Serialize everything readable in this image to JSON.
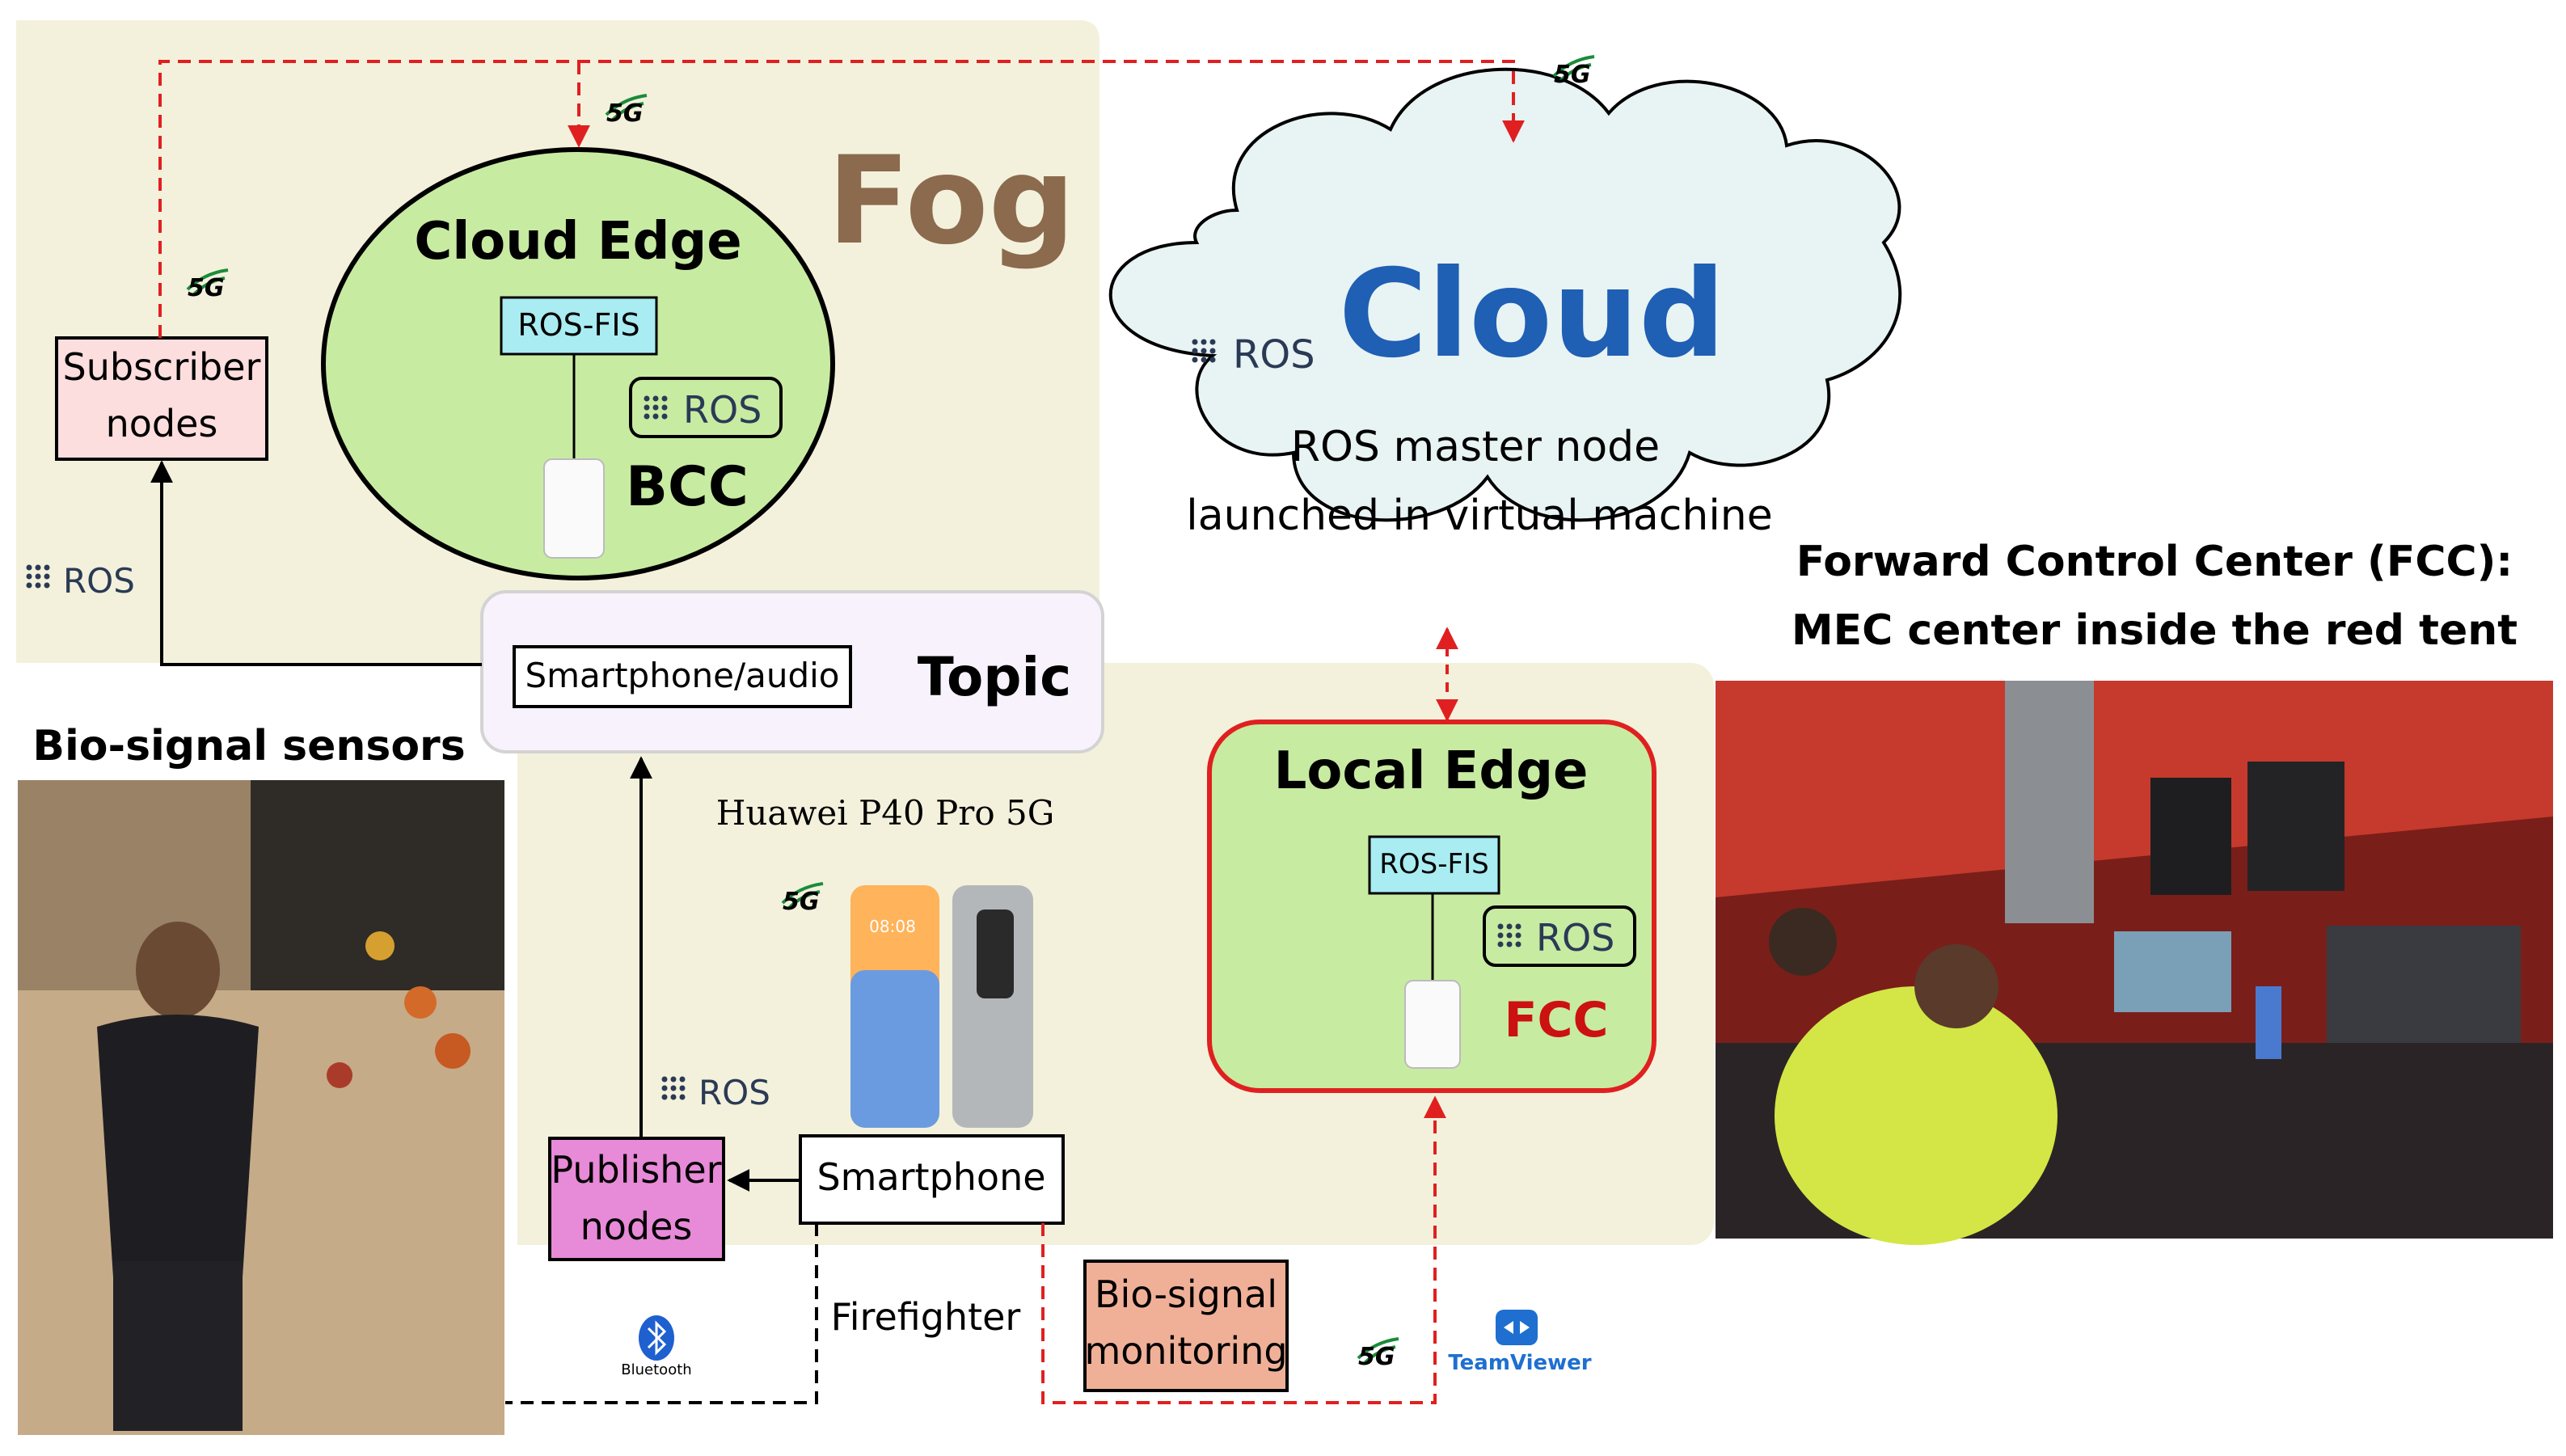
{
  "regions": {
    "fog_label": "Fog",
    "cloud_label": "Cloud",
    "cloud_desc_line1": "ROS master node",
    "cloud_desc_line2": "launched in virtual machine"
  },
  "nodes": {
    "cloud_edge_title": "Cloud Edge",
    "cloud_edge_rosfis": "ROS-FIS",
    "cloud_edge_center": "BCC",
    "local_edge_title": "Local Edge",
    "local_edge_rosfis": "ROS-FIS",
    "local_edge_center": "FCC",
    "subscriber_line1": "Subscriber",
    "subscriber_line2": "nodes",
    "publisher_line1": "Publisher",
    "publisher_line2": "nodes",
    "biosignal_line1": "Bio-signal",
    "biosignal_line2": "monitoring",
    "smartphone": "Smartphone",
    "topic_item": "Smartphone/audio",
    "topic_label": "Topic",
    "firefighter": "Firefighter"
  },
  "labels": {
    "ros": "ROS",
    "fiveg": "5G",
    "bluetooth": "Bluetooth",
    "teamviewer": "TeamViewer",
    "phone_model": "Huawei P40 Pro 5G",
    "phone_screen_time": "08:08",
    "bio_sensors_title": "Bio-signal sensors",
    "fcc_title_line1": "Forward Control Center (FCC):",
    "fcc_title_line2": "MEC center inside the red tent"
  },
  "colors": {
    "fog_bg": "#f3f1dc",
    "cloud_fill": "#e8f3f3",
    "cloud_text": "#1f5fb4",
    "fog_text": "#8b6a4e",
    "edge_green": "#c8eba2",
    "rosfis_cyan": "#a9ecf2",
    "sub_pink": "#fddede",
    "pub_magenta": "#e78ad8",
    "bio_salmon": "#f0b098",
    "topic_lavender": "#f7f2fc",
    "red_dash": "#e02020",
    "fcc_red": "#cc1111"
  }
}
